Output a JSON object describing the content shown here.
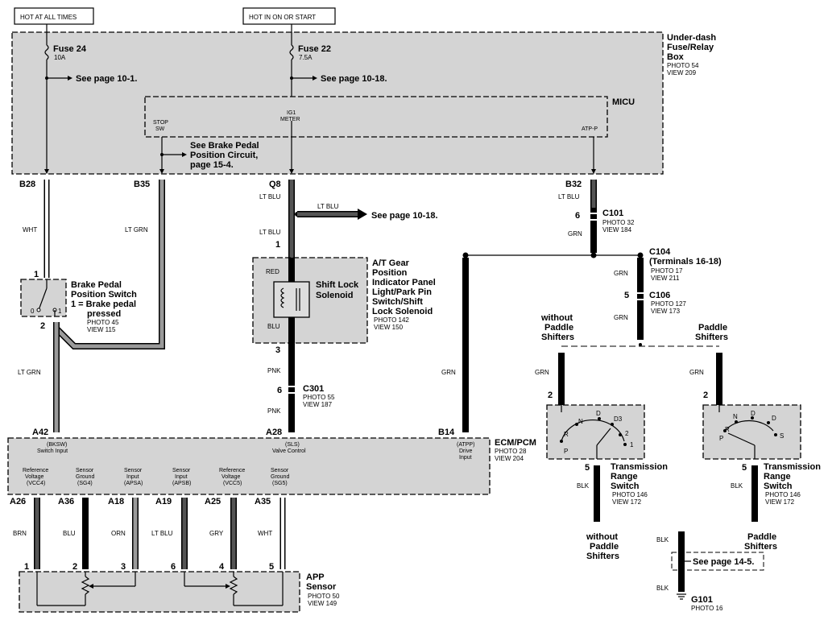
{
  "top_tags": {
    "hot_always": "HOT AT ALL TIMES",
    "hot_on_start": "HOT IN ON OR START"
  },
  "fuse_box": {
    "title_1": "Under-dash",
    "title_2": "Fuse/Relay",
    "title_3": "Box",
    "photo": "PHOTO 54",
    "view": "VIEW 209",
    "fuse24_name": "Fuse 24",
    "fuse24_amp": "10A",
    "fuse24_ref": "See page 10-1.",
    "fuse22_name": "Fuse 22",
    "fuse22_amp": "7.5A",
    "fuse22_ref": "See page 10-18.",
    "micu_label": "MICU",
    "stop_sw_1": "STOP",
    "stop_sw_2": "SW",
    "ig1_1": "IG1",
    "ig1_2": "METER",
    "atp_p": "ATP-P",
    "brake_ref_1": "See Brake Pedal",
    "brake_ref_2": "Position Circuit,",
    "brake_ref_3": "page 15-4."
  },
  "terminals": {
    "b28": "B28",
    "b35": "B35",
    "q8": "Q8",
    "b32": "B32",
    "a42": "A42",
    "a28": "A28",
    "b14": "B14",
    "a26": "A26",
    "a36": "A36",
    "a18": "A18",
    "a19": "A19",
    "a25": "A25",
    "a35": "A35"
  },
  "wires": {
    "wht": "WHT",
    "lt_grn": "LT GRN",
    "lt_blu": "LT BLU",
    "grn": "GRN",
    "pnk": "PNK",
    "brn": "BRN",
    "blu": "BLU",
    "orn": "ORN",
    "gry": "GRY",
    "blk": "BLK",
    "red": "RED"
  },
  "lt_blu_ref": "See page 10-18.",
  "brake_switch": {
    "line1": "Brake Pedal",
    "line2": "Position Switch",
    "line3": "1 = Brake pedal",
    "line4": "pressed",
    "photo": "PHOTO 45",
    "view": "VIEW 115",
    "pin1": "1",
    "pin2": "2",
    "pos0": "0",
    "pos1": "1"
  },
  "shift_lock": {
    "inner1": "Shift Lock",
    "inner2": "Solenoid",
    "l1": "A/T Gear",
    "l2": "Position",
    "l3": "Indicator Panel",
    "l4": "Light/Park Pin",
    "l5": "Switch/Shift",
    "l6": "Lock Solenoid",
    "photo": "PHOTO 142",
    "view": "VIEW 150",
    "pin1": "1",
    "pin3": "3"
  },
  "c301": {
    "label": "C301",
    "photo": "PHOTO 55",
    "view": "VIEW 187",
    "pin": "6"
  },
  "c101": {
    "label": "C101",
    "photo": "PHOTO 32",
    "view": "VIEW 184",
    "pin": "6"
  },
  "c104": {
    "label": "C104",
    "sub": "(Terminals 16-18)",
    "photo": "PHOTO 17",
    "view": "VIEW 211"
  },
  "c106": {
    "label": "C106",
    "photo": "PHOTO 127",
    "view": "VIEW 173",
    "pin": "5"
  },
  "ecm": {
    "title": "ECM/PCM",
    "photo": "PHOTO 28",
    "view": "VIEW 204",
    "bksw_1": "(BKSW)",
    "bksw_2": "Switch Input",
    "sls_1": "(SLS)",
    "sls_2": "Valve Control",
    "atpp_1": "(ATPP)",
    "atpp_2": "Drive",
    "atpp_3": "Input",
    "vcc4_1": "Reference",
    "vcc4_2": "Voltage",
    "vcc4_3": "(VCC4)",
    "sg4_1": "Sensor",
    "sg4_2": "Ground",
    "sg4_3": "(SG4)",
    "apsa_1": "Sensor",
    "apsa_2": "Input",
    "apsa_3": "(APSA)",
    "apsb_1": "Sensor",
    "apsb_2": "Input",
    "apsb_3": "(APSB)",
    "vcc5_1": "Reference",
    "vcc5_2": "Voltage",
    "vcc5_3": "(VCC5)",
    "sg5_1": "Sensor",
    "sg5_2": "Ground",
    "sg5_3": "(SG5)"
  },
  "app_sensor": {
    "t1": "APP",
    "t2": "Sensor",
    "photo": "PHOTO 50",
    "view": "VIEW 149",
    "p1": "1",
    "p2": "2",
    "p3": "3",
    "p6": "6",
    "p4": "4",
    "p5": "5"
  },
  "variants": {
    "without_1": "without",
    "without_2": "Paddle",
    "without_3": "Shifters",
    "paddle_1": "Paddle",
    "paddle_2": "Shifters"
  },
  "trs": {
    "t1": "Transmission",
    "t2": "Range",
    "t3": "Switch",
    "photo": "PHOTO 146",
    "view": "VIEW 172",
    "pin2": "2",
    "pin5": "5",
    "left_pos": [
      "R",
      "N",
      "D",
      "D3",
      "2",
      "1",
      "P"
    ],
    "right_pos": [
      "R",
      "N",
      "D",
      "P",
      "S"
    ]
  },
  "ground": {
    "ref": "See page 14-5.",
    "label": "G101",
    "photo": "PHOTO 16"
  }
}
